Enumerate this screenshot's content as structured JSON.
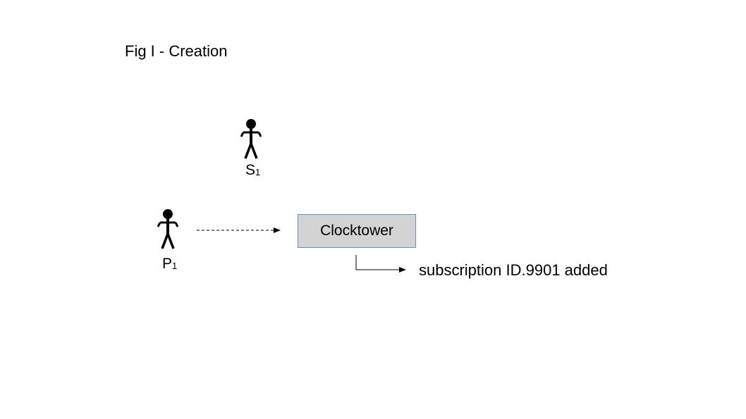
{
  "title": "Fig I - Creation",
  "actors": {
    "subscriber": {
      "letter": "S",
      "index": "1"
    },
    "provider": {
      "letter": "P",
      "index": "1"
    }
  },
  "clocktower": {
    "label": "Clocktower"
  },
  "result": {
    "text": "subscription ID.9901 added"
  }
}
